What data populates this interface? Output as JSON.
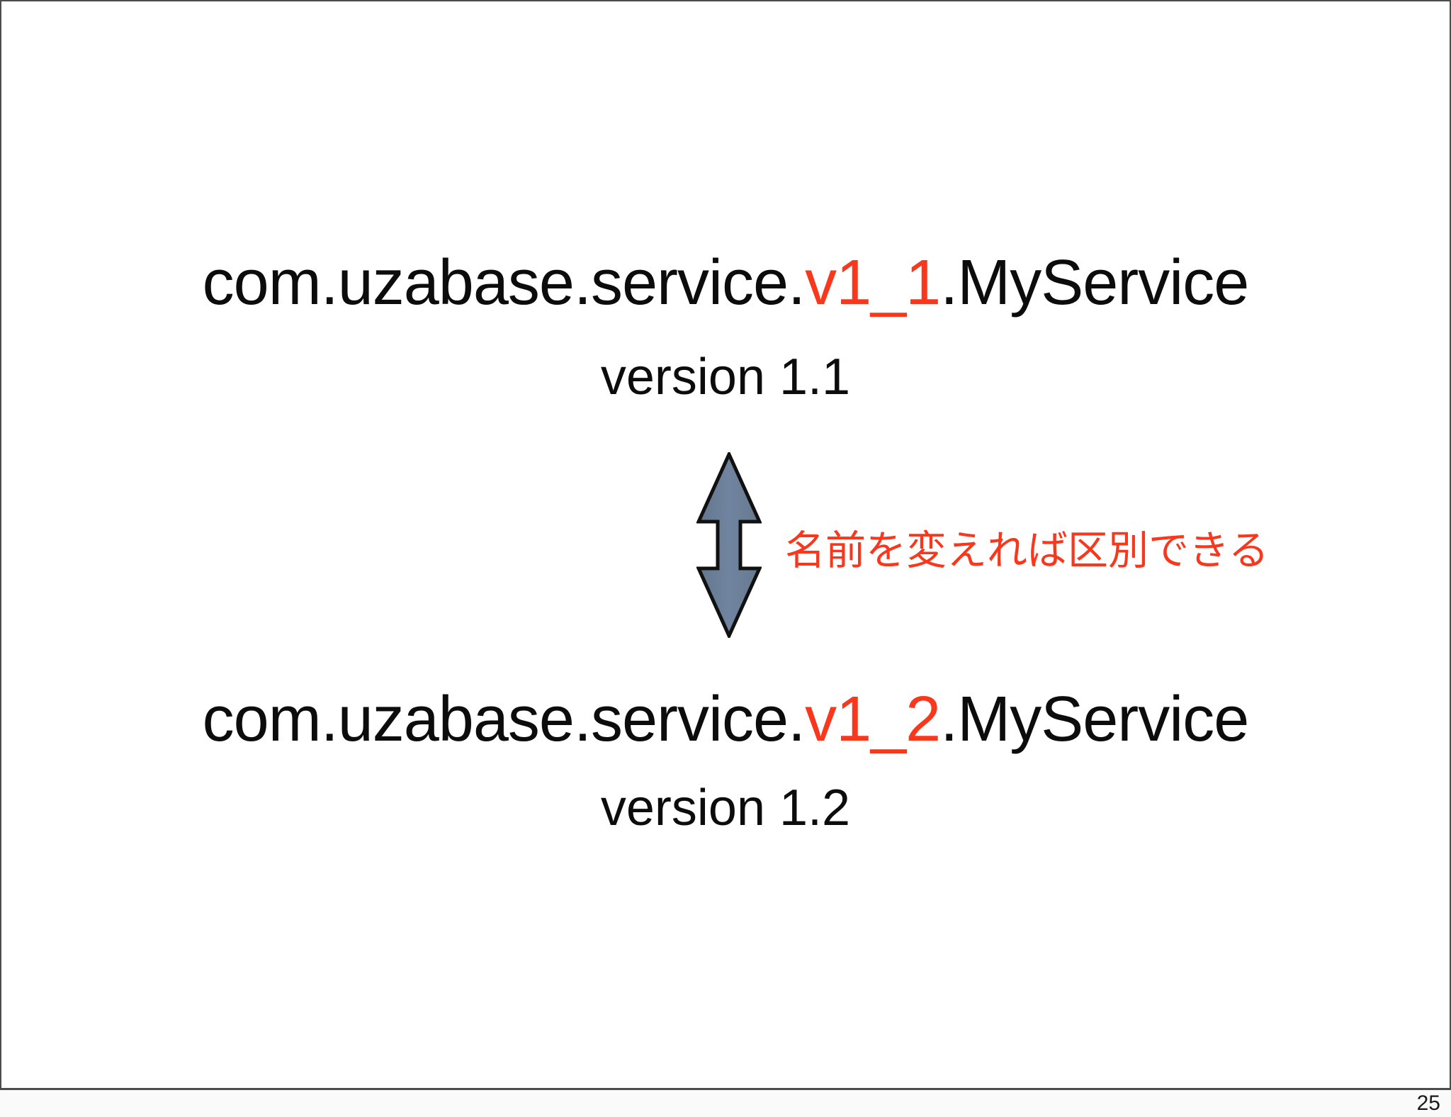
{
  "slide": {
    "service_top": {
      "prefix": "com.uzabase.service.",
      "highlight": "v1_1",
      "suffix": ".MyService",
      "version": "version 1.1"
    },
    "service_bottom": {
      "prefix": "com.uzabase.service.",
      "highlight": "v1_2",
      "suffix": ".MyService",
      "version": "version 1.2"
    },
    "annotation": "名前を変えれば区別できる",
    "page_number": "25",
    "icons": {
      "double_arrow": {
        "name": "vertical-double-arrow",
        "glyph": "↕"
      }
    },
    "colors": {
      "highlight_red": "#f8371c",
      "annotation_red": "#f8371c",
      "text_black": "#0c0c0c",
      "arrow_fill": "#6c7f9c",
      "arrow_stroke": "#111111",
      "slide_border": "#4c4c4c",
      "slide_background": "#ffffff",
      "outer_background": "#fafafa"
    }
  }
}
